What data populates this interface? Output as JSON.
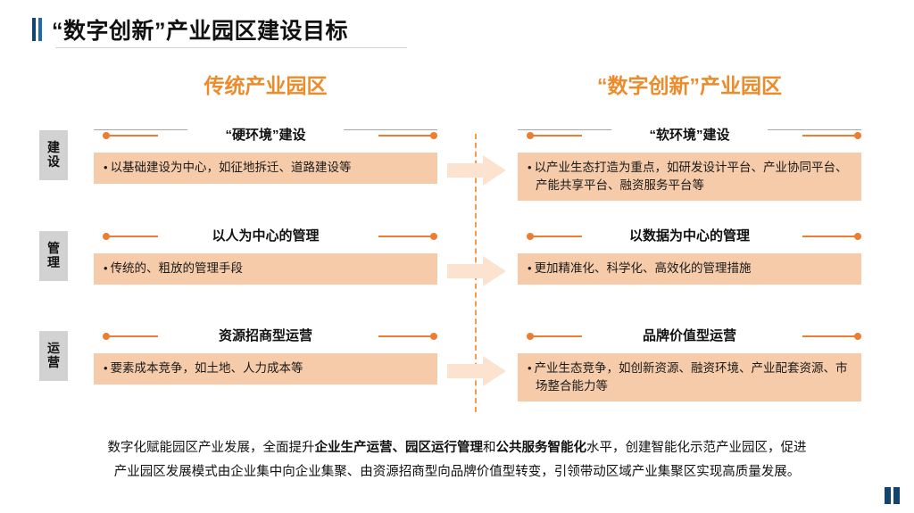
{
  "slide": {
    "title": "“数字创新”产业园区建设目标",
    "accent_color": "#ED8B2B",
    "box_color": "#F6CBA9",
    "chip_color": "#D2D2D2",
    "brand_blue": "#12446F"
  },
  "columns": {
    "left_header": "传统产业园区",
    "right_header": "“数字创新”产业园区"
  },
  "rows": [
    {
      "chip": [
        "建",
        "设"
      ],
      "left_caption": "“硬环境”建设",
      "left_body": "以基础建设为中心，如征地拆迁、道路建设等",
      "right_caption": "“软环境”建设",
      "right_body": "以产业生态打造为重点，如研发设计平台、产业协同平台、产能共享平台、融资服务平台等"
    },
    {
      "chip": [
        "管",
        "理"
      ],
      "left_caption": "以人为中心的管理",
      "left_body": "传统的、粗放的管理手段",
      "right_caption": "以数据为中心的管理",
      "right_body": "更加精准化、科学化、高效化的管理措施"
    },
    {
      "chip": [
        "运",
        "营"
      ],
      "left_caption": "资源招商型运营",
      "left_body": "要素成本竞争，如土地、人力成本等",
      "right_caption": "品牌价值型运营",
      "right_body": "产业生态竞争，如创新资源、融资环境、产业配套资源、市场整合能力等"
    }
  ],
  "footer": {
    "line1_a": "数字化赋能园区产业发展，全面提升",
    "line1_bold": "企业生产运营、园区运行管理",
    "line1_mid": "和",
    "line1_bold2": "公共服务智能化",
    "line1_b": "水平，创建智能化示范产业园区，促进",
    "line2": "产业园区发展模式由企业集中向企业集聚、由资源招商型向品牌价值型转变，引领带动区域产业集聚区实现高质量发展。"
  }
}
